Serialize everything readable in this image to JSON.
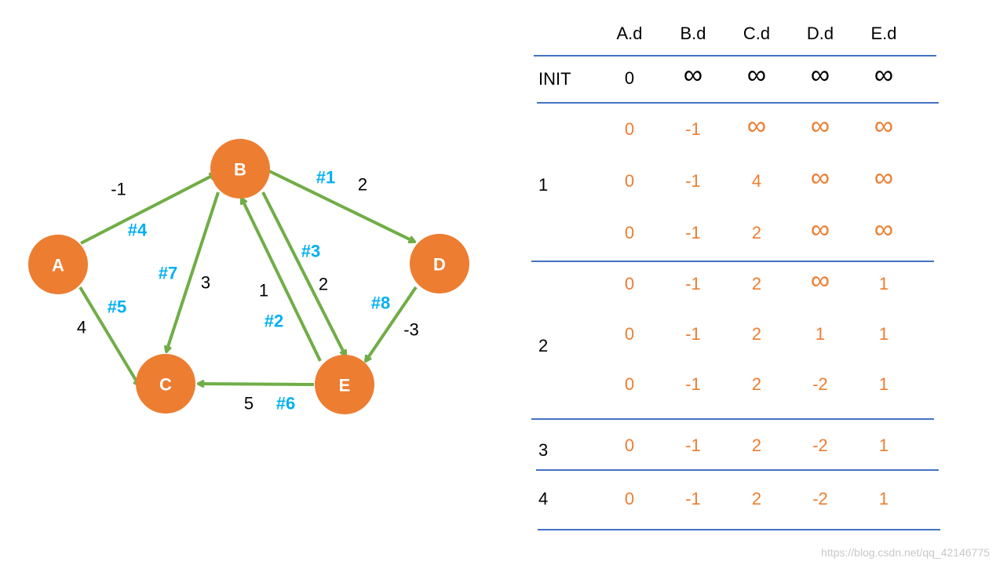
{
  "graph": {
    "nodes": [
      {
        "id": "A",
        "label": "A"
      },
      {
        "id": "B",
        "label": "B"
      },
      {
        "id": "C",
        "label": "C"
      },
      {
        "id": "D",
        "label": "D"
      },
      {
        "id": "E",
        "label": "E"
      }
    ],
    "edges": [
      {
        "from": "B",
        "to": "D",
        "id_label": "#1",
        "weight": "2"
      },
      {
        "from": "E",
        "to": "B",
        "id_label": "#2",
        "weight": "1"
      },
      {
        "from": "B",
        "to": "E",
        "id_label": "#3",
        "weight": "2"
      },
      {
        "from": "A",
        "to": "B",
        "id_label": "#4",
        "weight": "-1"
      },
      {
        "from": "A",
        "to": "C",
        "id_label": "#5",
        "weight": "4"
      },
      {
        "from": "E",
        "to": "C",
        "id_label": "#6",
        "weight": "5"
      },
      {
        "from": "B",
        "to": "C",
        "id_label": "#7",
        "weight": "3"
      },
      {
        "from": "D",
        "to": "E",
        "id_label": "#8",
        "weight": "-3"
      }
    ]
  },
  "table": {
    "headers": [
      "A.d",
      "B.d",
      "C.d",
      "D.d",
      "E.d"
    ],
    "init": {
      "label": "INIT",
      "values": [
        "0",
        "∞",
        "∞",
        "∞",
        "∞"
      ]
    },
    "iterations": [
      {
        "label": "1",
        "rows": [
          [
            "0",
            "-1",
            "∞",
            "∞",
            "∞"
          ],
          [
            "0",
            "-1",
            "4",
            "∞",
            "∞"
          ],
          [
            "0",
            "-1",
            "2",
            "∞",
            "∞"
          ]
        ]
      },
      {
        "label": "2",
        "rows": [
          [
            "0",
            "-1",
            "2",
            "∞",
            "1"
          ],
          [
            "0",
            "-1",
            "2",
            "1",
            "1"
          ],
          [
            "0",
            "-1",
            "2",
            "-2",
            "1"
          ]
        ]
      },
      {
        "label": "3",
        "rows": [
          [
            "0",
            "-1",
            "2",
            "-2",
            "1"
          ]
        ]
      },
      {
        "label": "4",
        "rows": [
          [
            "0",
            "-1",
            "2",
            "-2",
            "1"
          ]
        ]
      }
    ]
  },
  "colors": {
    "node": "#ED7D31",
    "edge": "#70AD47",
    "id_label": "#00B0F0",
    "divider": "#4472C4",
    "value": "#ED7D31"
  },
  "watermark": "https://blog.csdn.net/qq_42146775"
}
